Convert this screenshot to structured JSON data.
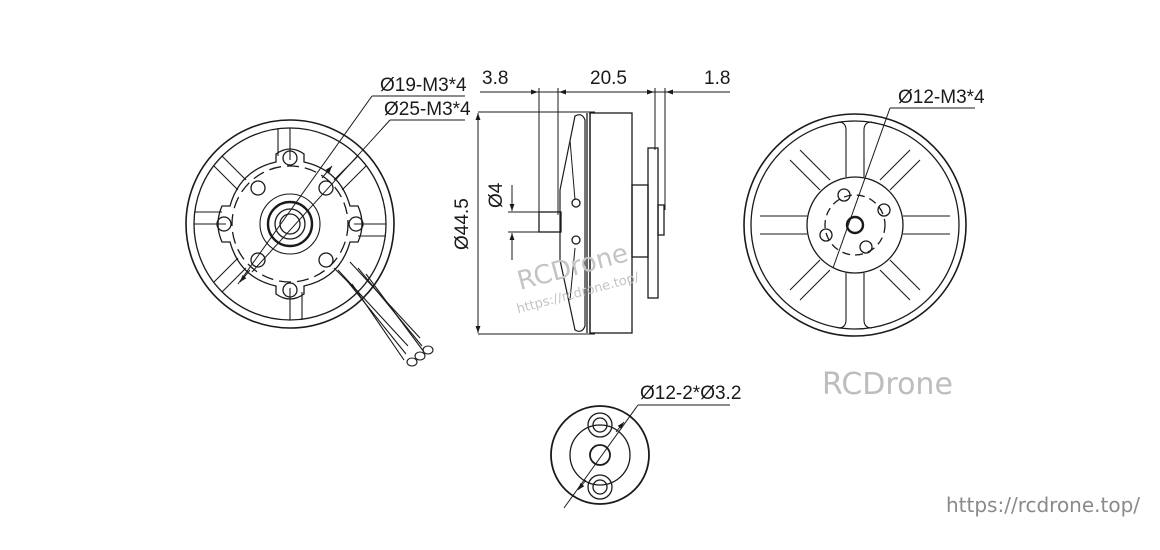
{
  "drawing": {
    "type": "motor-dimension-drawing",
    "front_view": {
      "labels": [
        "Ø19-M3*4",
        "Ø25-M3*4"
      ]
    },
    "side_view": {
      "dimensions": {
        "top_left": "3.8",
        "top_middle": "20.5",
        "top_right": "1.8",
        "height": "Ø44.5",
        "shaft": "Ø4"
      }
    },
    "rear_view": {
      "label": "Ø12-M3*4"
    },
    "base_view": {
      "label": "Ø12-2*Ø3.2"
    }
  },
  "watermarks": {
    "overlay_brand": "RCDrone",
    "overlay_url": "https://rcdrone.top/",
    "brand": "RCDrone",
    "url": "https://rcdrone.top/"
  },
  "colors": {
    "line": "#1a1a1a",
    "watermark": "#bdbdbd",
    "url": "#8a8a8a"
  }
}
